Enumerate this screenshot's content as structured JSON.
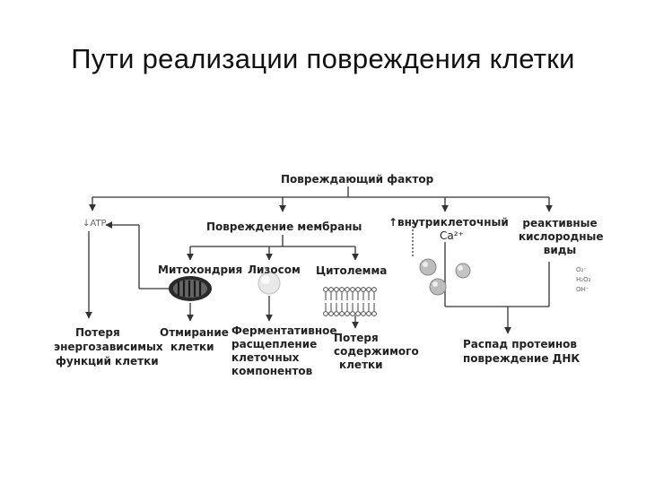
{
  "title": "Пути реализации повреждения клетки",
  "diagram": {
    "top": "Повреждающий фактор",
    "atp": "↓ATP",
    "membrane": "Повреждение мембраны",
    "ca_line1": "↑внутриклеточный",
    "ca_line2": "Ca²⁺",
    "ros_line1": "реактивные",
    "ros_line2": "кислородные",
    "ros_line3": "виды",
    "ros_formulas": [
      "O₂⁻",
      "H₂O₂",
      "OH⁻"
    ],
    "mito": "Митохондрия",
    "lyso": "Лизосом",
    "cyto": "Цитолемма",
    "loss_energy": [
      "Потеря",
      "энергозависимых",
      "функций клетки"
    ],
    "death": [
      "Отмирание",
      "клетки"
    ],
    "enzymatic": [
      "Ферментативное",
      "расщепление",
      "клеточных",
      "компонентов"
    ],
    "loss_content": [
      "Потеря",
      "содержимого",
      "клетки"
    ],
    "decay": [
      "Распад протеинов",
      "повреждение ДНК"
    ]
  }
}
